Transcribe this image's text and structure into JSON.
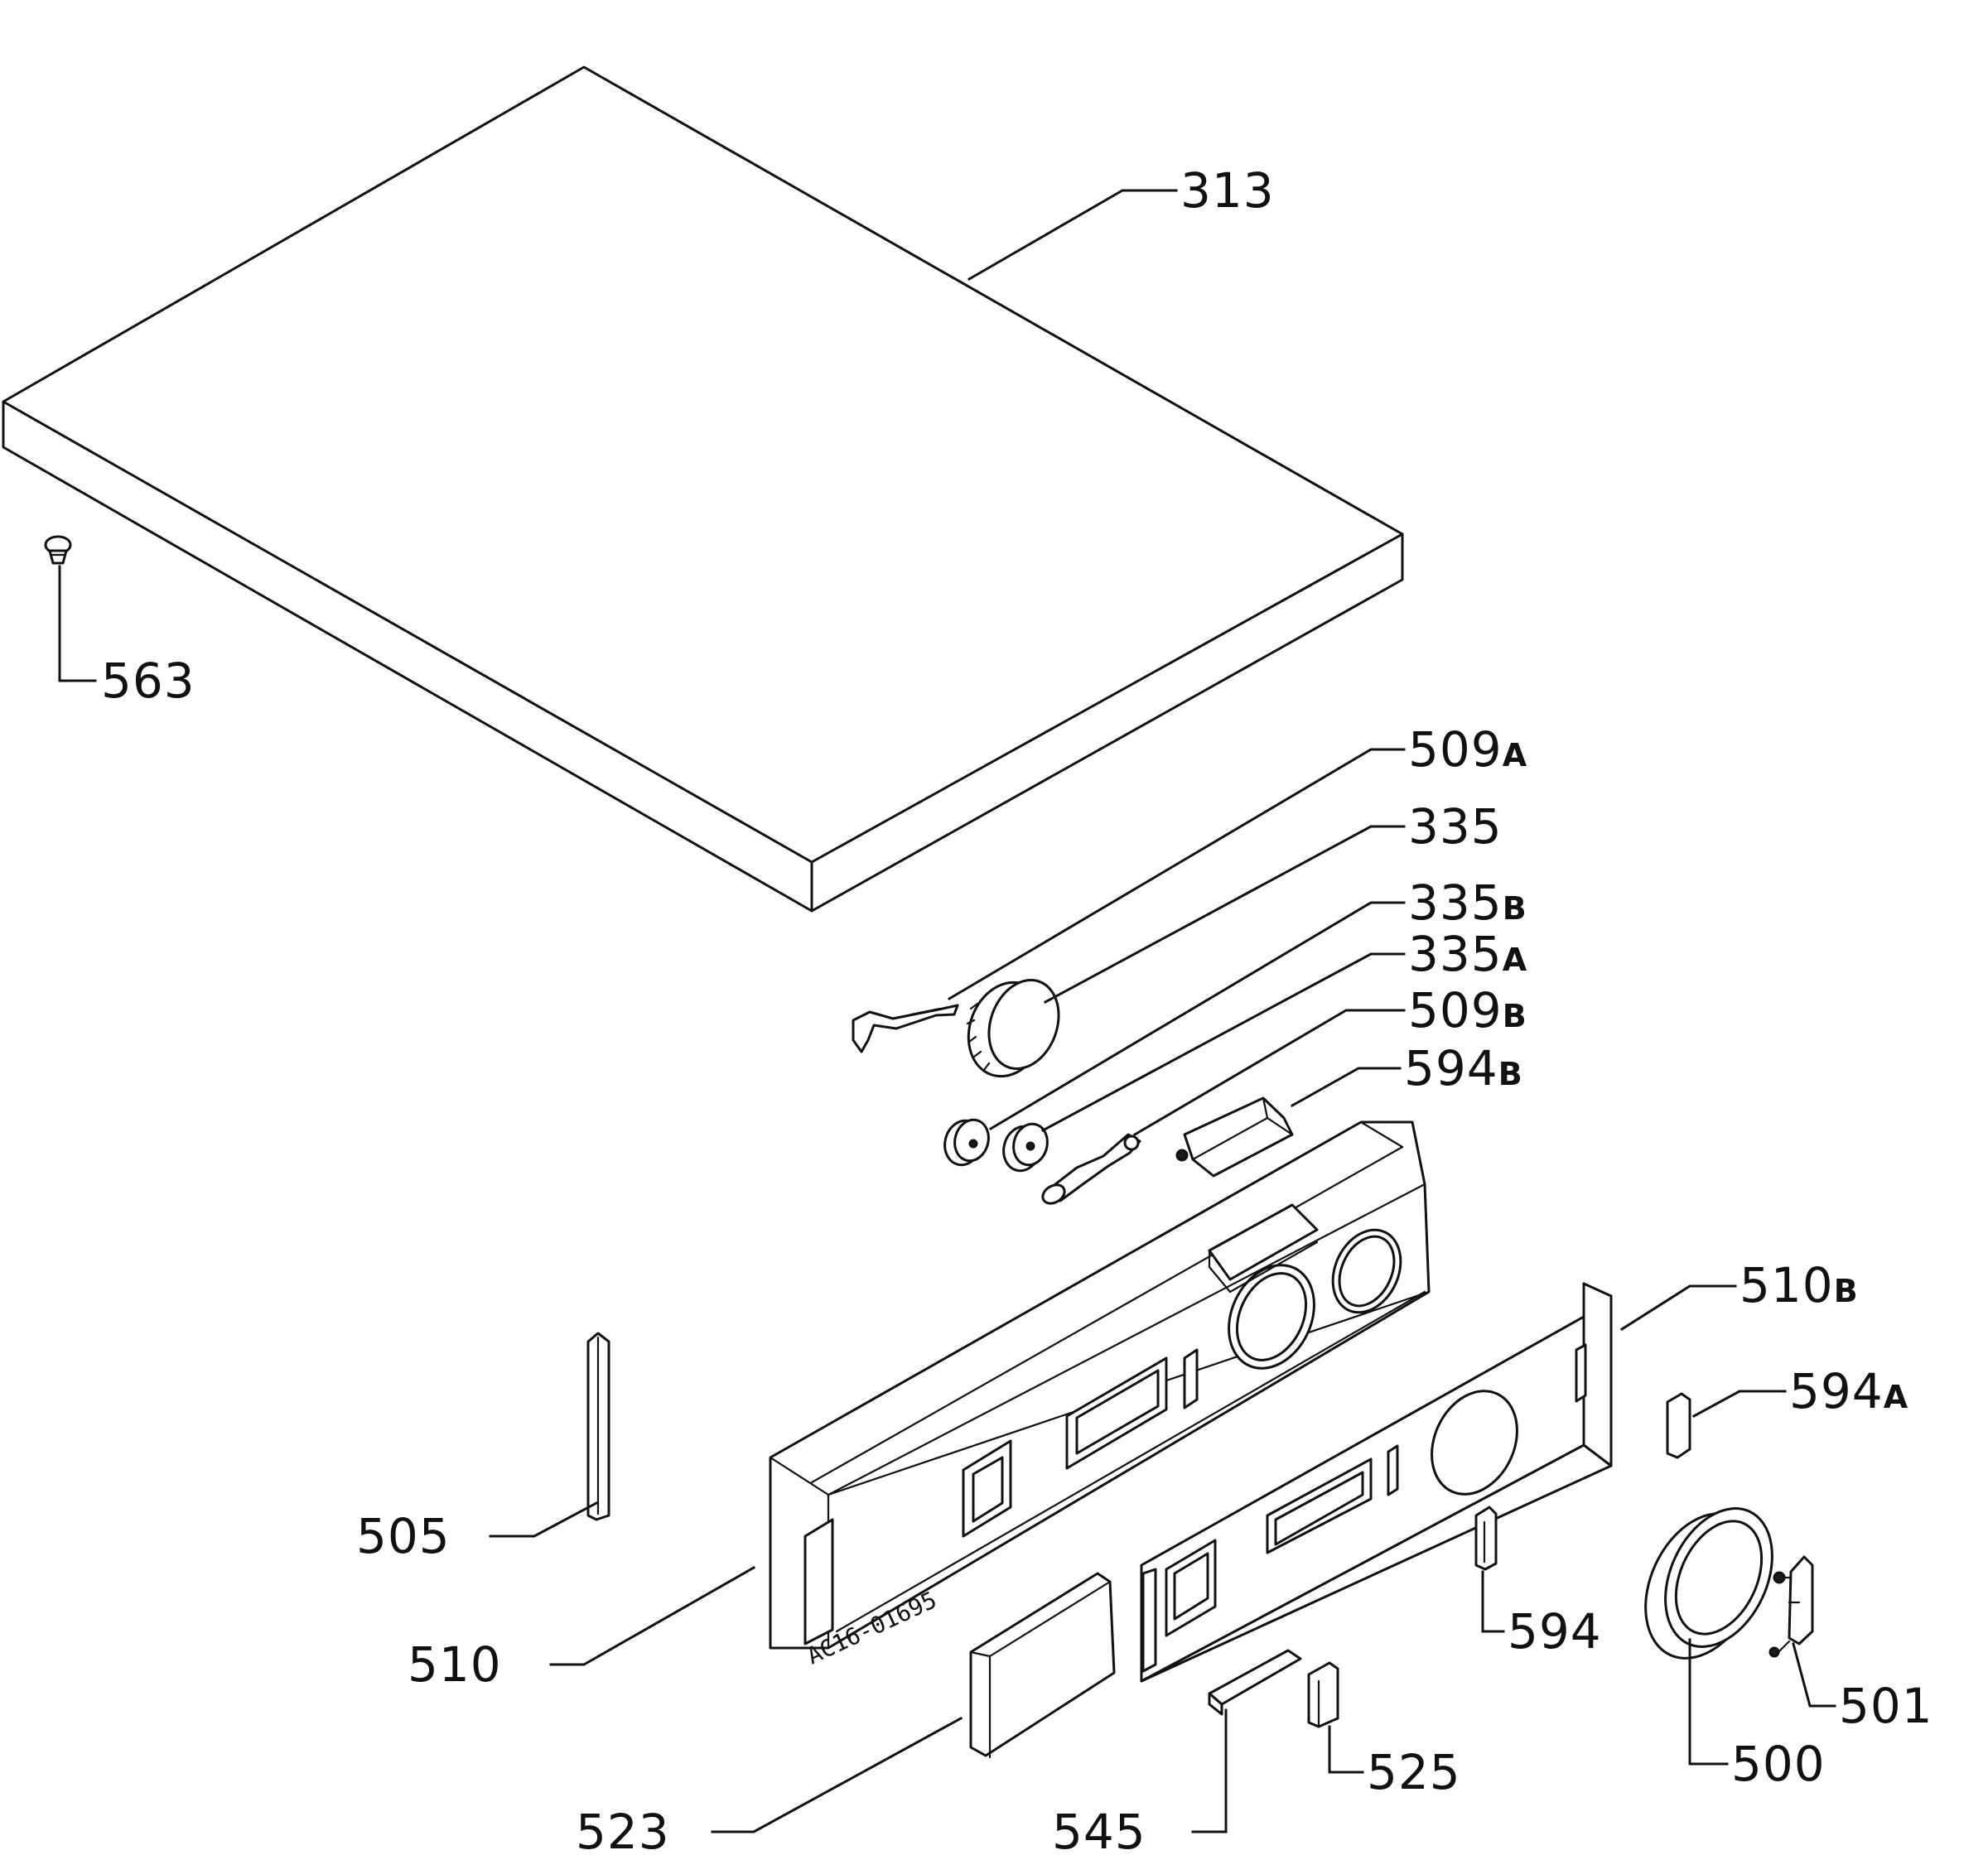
{
  "figure": {
    "stamp": "AC16-01695"
  },
  "callouts": {
    "c313": {
      "number": "313",
      "suffix": ""
    },
    "c563": {
      "number": "563",
      "suffix": ""
    },
    "c509a": {
      "number": "509",
      "suffix": "A"
    },
    "c335": {
      "number": "335",
      "suffix": ""
    },
    "c335b": {
      "number": "335",
      "suffix": "B"
    },
    "c335a": {
      "number": "335",
      "suffix": "A"
    },
    "c509b": {
      "number": "509",
      "suffix": "B"
    },
    "c594b": {
      "number": "594",
      "suffix": "B"
    },
    "c510b": {
      "number": "510",
      "suffix": "B"
    },
    "c594a": {
      "number": "594",
      "suffix": "A"
    },
    "c505": {
      "number": "505",
      "suffix": ""
    },
    "c510": {
      "number": "510",
      "suffix": ""
    },
    "c594": {
      "number": "594",
      "suffix": ""
    },
    "c501": {
      "number": "501",
      "suffix": ""
    },
    "c500": {
      "number": "500",
      "suffix": ""
    },
    "c525": {
      "number": "525",
      "suffix": ""
    },
    "c523": {
      "number": "523",
      "suffix": ""
    },
    "c545": {
      "number": "545",
      "suffix": ""
    }
  }
}
